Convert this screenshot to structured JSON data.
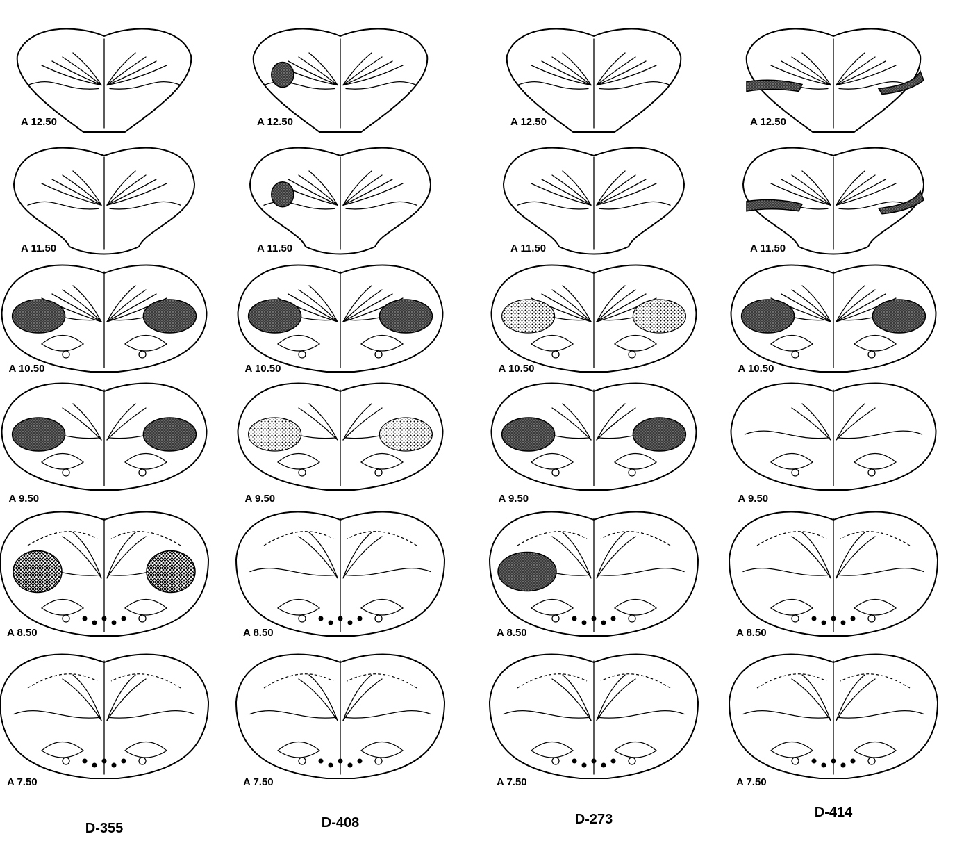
{
  "columns": [
    {
      "case_id": "D-355",
      "sections": [
        {
          "label": "A 12.50",
          "lesion": "none"
        },
        {
          "label": "A 11.50",
          "lesion": "none"
        },
        {
          "label": "A 10.50",
          "lesion": "bilateral-dense"
        },
        {
          "label": "A 9.50",
          "lesion": "bilateral-dense"
        },
        {
          "label": "A 8.50",
          "lesion": "bilateral-hatch"
        },
        {
          "label": "A 7.50",
          "lesion": "none"
        }
      ]
    },
    {
      "case_id": "D-408",
      "sections": [
        {
          "label": "A 12.50",
          "lesion": "left-dense"
        },
        {
          "label": "A 11.50",
          "lesion": "left-dense"
        },
        {
          "label": "A 10.50",
          "lesion": "bilateral-dense"
        },
        {
          "label": "A 9.50",
          "lesion": "bilateral-dots"
        },
        {
          "label": "A 8.50",
          "lesion": "none"
        },
        {
          "label": "A 7.50",
          "lesion": "none"
        }
      ]
    },
    {
      "case_id": "D-273",
      "sections": [
        {
          "label": "A 12.50",
          "lesion": "none"
        },
        {
          "label": "A 11.50",
          "lesion": "none"
        },
        {
          "label": "A 10.50",
          "lesion": "bilateral-dots"
        },
        {
          "label": "A 9.50",
          "lesion": "bilateral-dense"
        },
        {
          "label": "A 8.50",
          "lesion": "left-dense"
        },
        {
          "label": "A 7.50",
          "lesion": "none"
        }
      ]
    },
    {
      "case_id": "D-414",
      "sections": [
        {
          "label": "A 12.50",
          "lesion": "bilateral-edge"
        },
        {
          "label": "A 11.50",
          "lesion": "bilateral-edge"
        },
        {
          "label": "A 10.50",
          "lesion": "bilateral-dense"
        },
        {
          "label": "A 9.50",
          "lesion": "none"
        },
        {
          "label": "A 8.50",
          "lesion": "none"
        },
        {
          "label": "A 7.50",
          "lesion": "none"
        }
      ]
    }
  ]
}
